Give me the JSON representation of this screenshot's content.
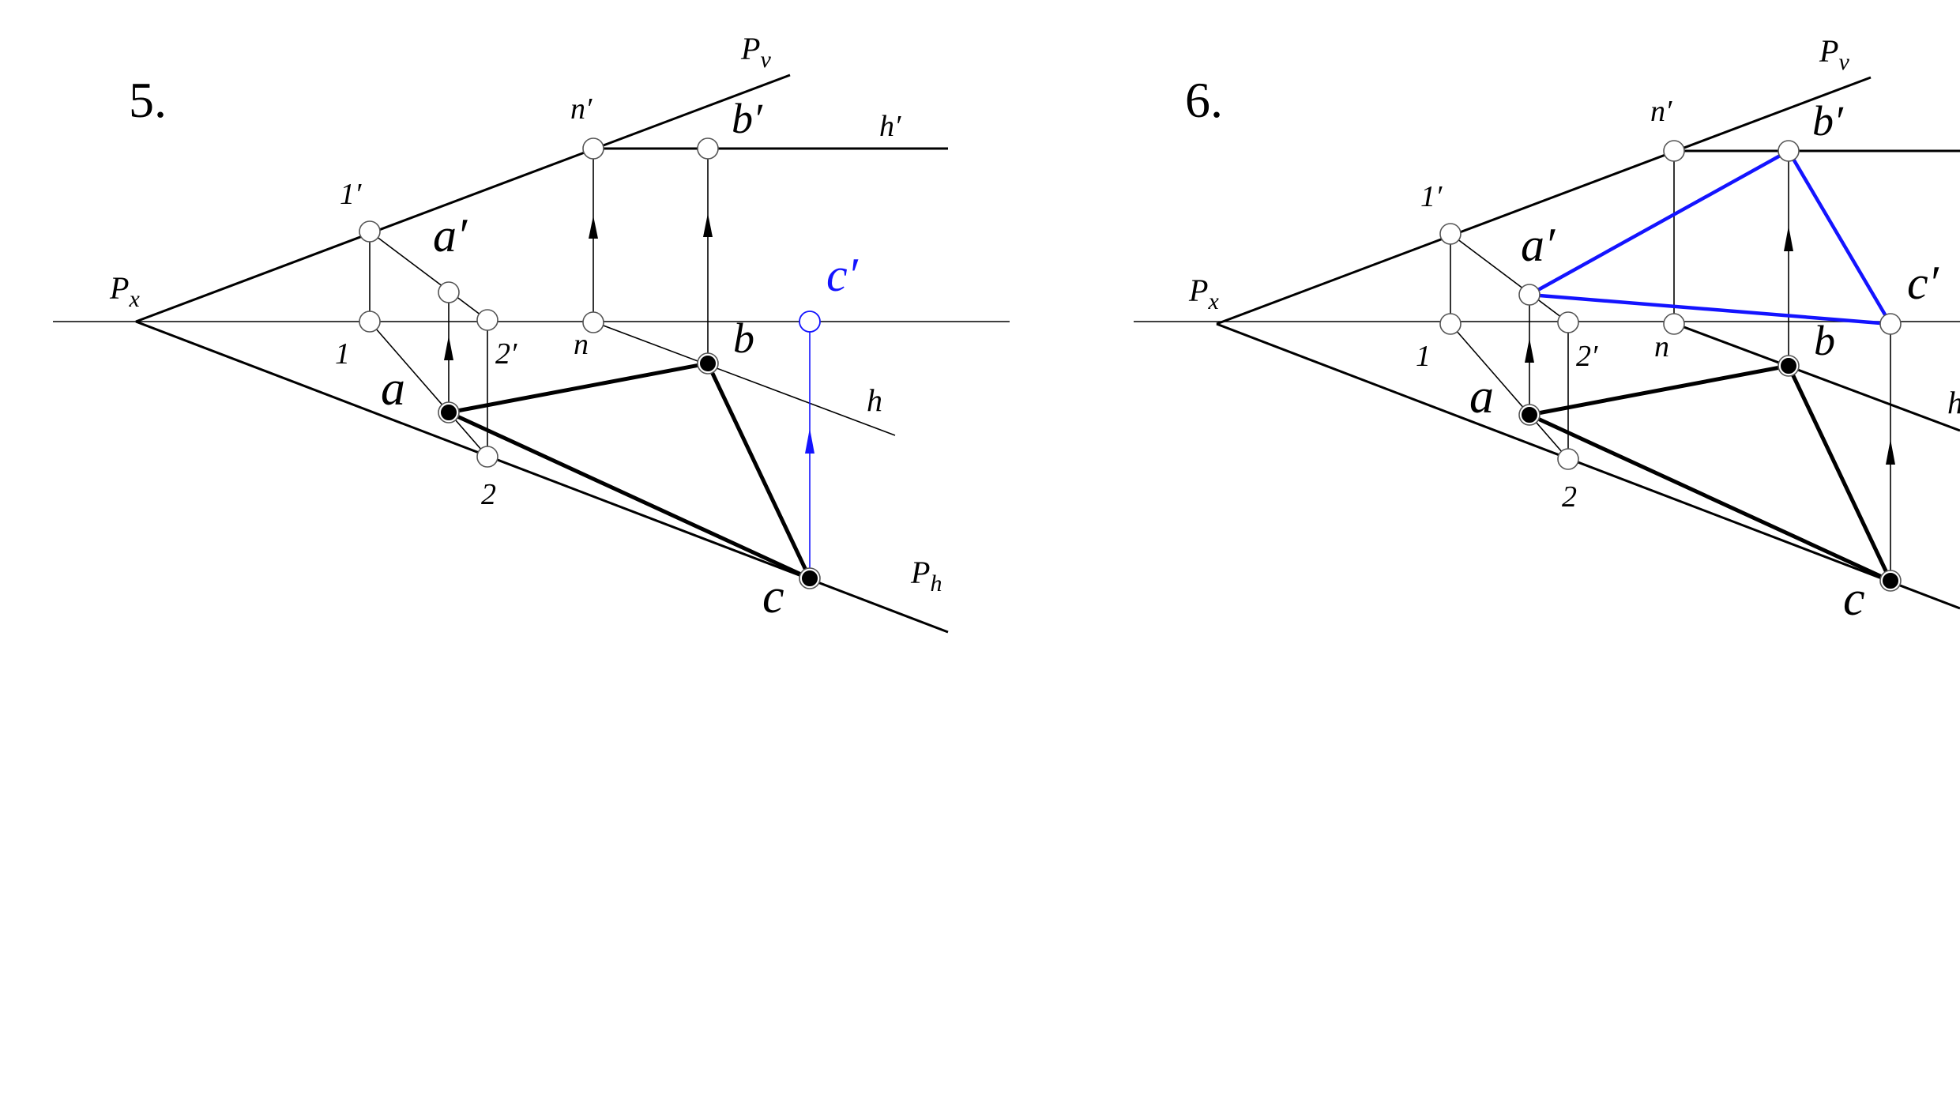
{
  "panels": [
    {
      "number": "5.",
      "labels": {
        "Pv": "P",
        "Pv_sub": "v",
        "Px": "P",
        "Px_sub": "x",
        "Ph": "P",
        "Ph_sub": "h",
        "n_prime": "n′",
        "b_prime": "b′",
        "h_prime": "h′",
        "one_prime": "1′",
        "a_prime": "a′",
        "c_prime": "c′",
        "one": "1",
        "two_prime": "2′",
        "n": "n",
        "b": "b",
        "a": "a",
        "h": "h",
        "two": "2",
        "c": "c"
      }
    },
    {
      "number": "6.",
      "labels": {
        "Pv": "P",
        "Pv_sub": "v",
        "Px": "P",
        "Px_sub": "x",
        "n_prime": "n′",
        "b_prime": "b′",
        "one_prime": "1′",
        "a_prime": "a′",
        "c_prime": "c′",
        "one": "1",
        "two_prime": "2′",
        "n": "n",
        "b": "b",
        "a": "a",
        "h": "h",
        "two": "2",
        "c": "c"
      }
    }
  ],
  "colors": {
    "ink": "#000000",
    "highlight": "#1414ff",
    "construction": "#555555"
  }
}
